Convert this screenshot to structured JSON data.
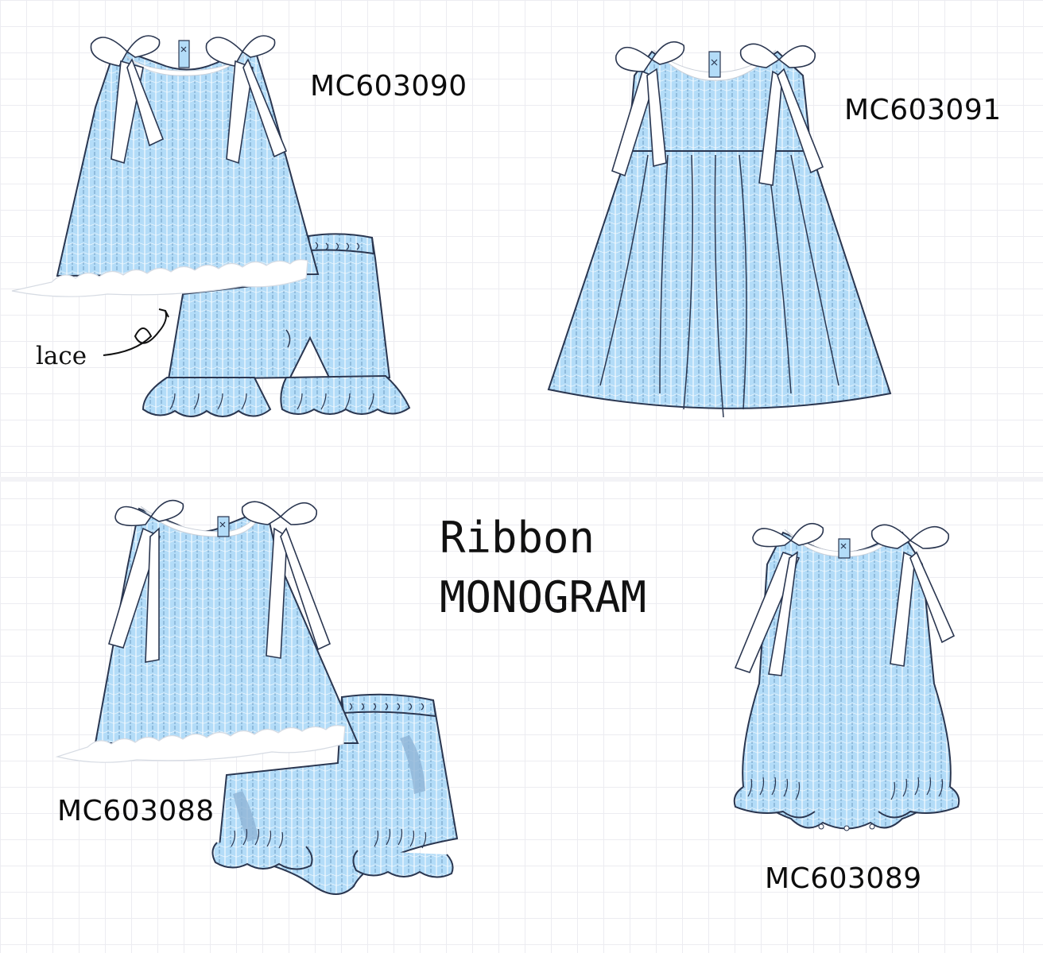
{
  "heading": {
    "line1": "Ribbon",
    "line2": "MONOGRAM"
  },
  "callout": {
    "lace_label": "lace"
  },
  "styles": [
    {
      "code": "MC603090",
      "garment": "sleeveless swing top with lace hem, ribbon shoulder bows and ruffle shorts"
    },
    {
      "code": "MC603091",
      "garment": "sleeveless empire-waist dress with ribbon shoulder bows"
    },
    {
      "code": "MC603088",
      "garment": "sleeveless swing top with lace trim, ribbon shoulder bows and bloomers"
    },
    {
      "code": "MC603089",
      "garment": "sleeveless bubble romper with ribbon shoulder bows"
    }
  ],
  "colors": {
    "fabric": "#b3dcf8",
    "stripe": "#6e9cc2",
    "outline": "#2a3650",
    "lace": "#ffffff",
    "ribbon": "#ffffff"
  }
}
